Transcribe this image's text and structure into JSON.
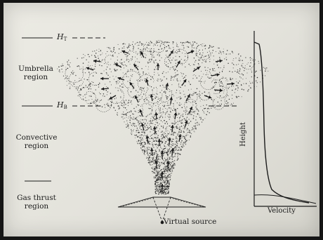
{
  "regions": {
    "umbrella": [
      "Umbrella",
      "region"
    ],
    "convective": [
      "Convective",
      "region"
    ],
    "gas_thrust": [
      "Gas thrust",
      "region"
    ]
  },
  "levels": {
    "top": {
      "symbol": "H",
      "subscript": "T"
    },
    "base": {
      "symbol": "H",
      "subscript": "B"
    }
  },
  "source_label": "Virtual source",
  "profile": {
    "x_label": "Velocity",
    "y_label": "Height"
  },
  "colors": {
    "ink": "#1b1b1b",
    "paper": "#e8e7e0",
    "gray": "#bdbcb5"
  },
  "icons": [
    "arrow-icon",
    "cone-icon",
    "vent-icon"
  ]
}
